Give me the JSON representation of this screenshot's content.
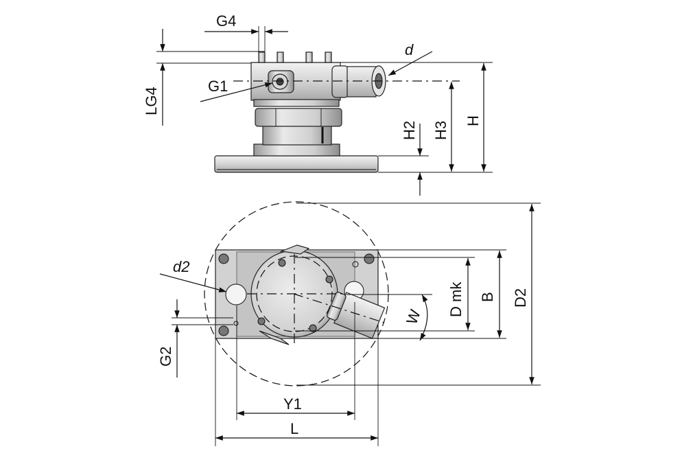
{
  "labels": {
    "g4": "G4",
    "lg4": "LG4",
    "g1": "G1",
    "d": "d",
    "h2": "H2",
    "h3": "H3",
    "h": "H",
    "d2": "d2",
    "dmk": "D mk",
    "b": "B",
    "D2": "D2",
    "w": "W",
    "g2": "G2",
    "y1": "Y1",
    "l": "L"
  },
  "colors": {
    "metal_light": "#e6e6e6",
    "metal_mid": "#c9c9c9",
    "metal_dark": "#8a8a8a",
    "line": "#111111"
  }
}
